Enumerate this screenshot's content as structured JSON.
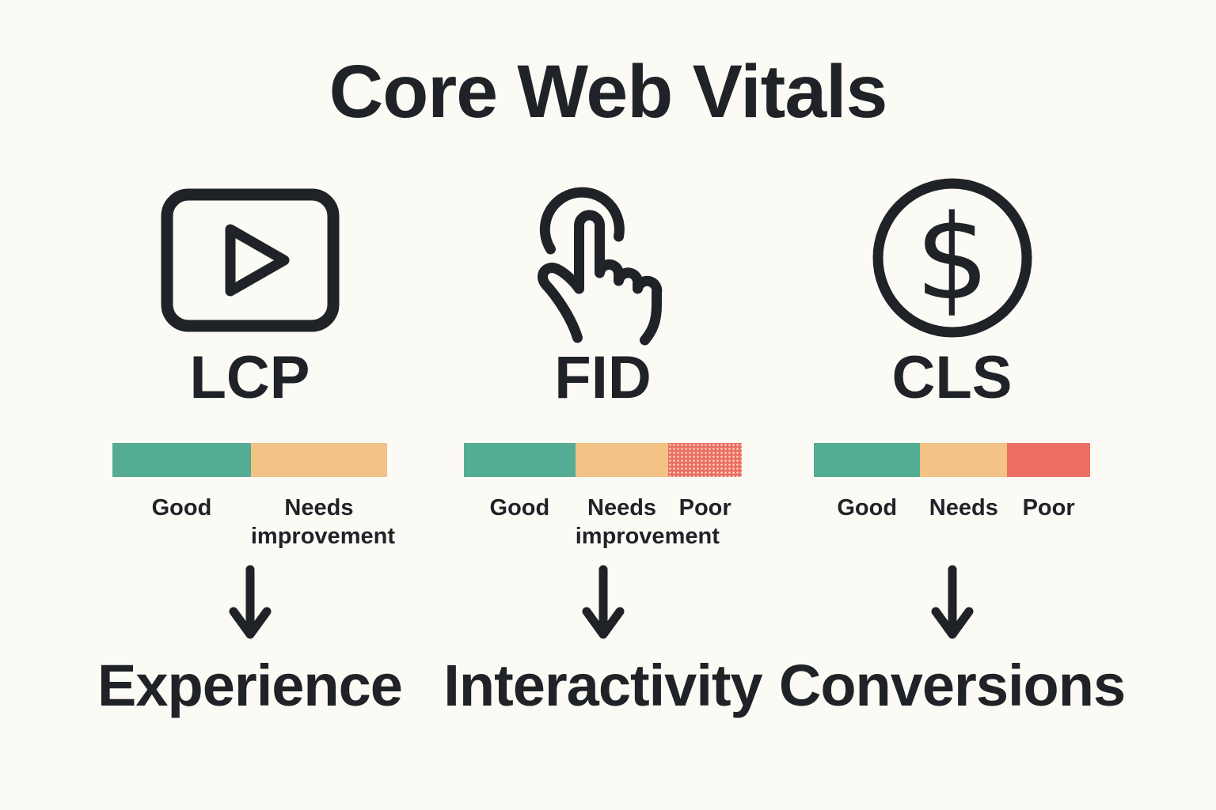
{
  "title": "Core Web Vitals",
  "colors": {
    "background": "#FCFAF4",
    "ink": "#1F2328",
    "good": "#55AC95",
    "needs_improvement": "#F2C384",
    "poor": "#EC6E64",
    "poor_dot": "#F6DDC1"
  },
  "columns": [
    {
      "metric": "LCP",
      "icon": "video-play-icon",
      "outcome": "Experience",
      "segments": [
        {
          "label_lines": [
            "Good"
          ],
          "level": "good",
          "width_pct": 50.4
        },
        {
          "label_lines": [
            "Needs",
            "improvement"
          ],
          "level": "needs_improvement",
          "width_pct": 49.6
        }
      ]
    },
    {
      "metric": "FID",
      "icon": "tap-gesture-icon",
      "outcome": "Interactivity",
      "segments": [
        {
          "label_lines": [
            "Good"
          ],
          "level": "good",
          "width_pct": 40.1
        },
        {
          "label_lines": [
            "Needs",
            "improvement"
          ],
          "level": "needs_improvement",
          "width_pct": 33.5
        },
        {
          "label_lines": [
            "Poor"
          ],
          "level": "poor",
          "width_pct": 26.4,
          "halftone": true
        }
      ]
    },
    {
      "metric": "CLS",
      "icon": "dollar-circle-icon",
      "outcome": "Conversions",
      "segments": [
        {
          "label_lines": [
            "Good"
          ],
          "level": "good",
          "width_pct": 38.5
        },
        {
          "label_lines": [
            "Needs"
          ],
          "level": "needs_improvement",
          "width_pct": 31.5
        },
        {
          "label_lines": [
            "Poor"
          ],
          "level": "poor",
          "width_pct": 30.0
        }
      ]
    }
  ]
}
